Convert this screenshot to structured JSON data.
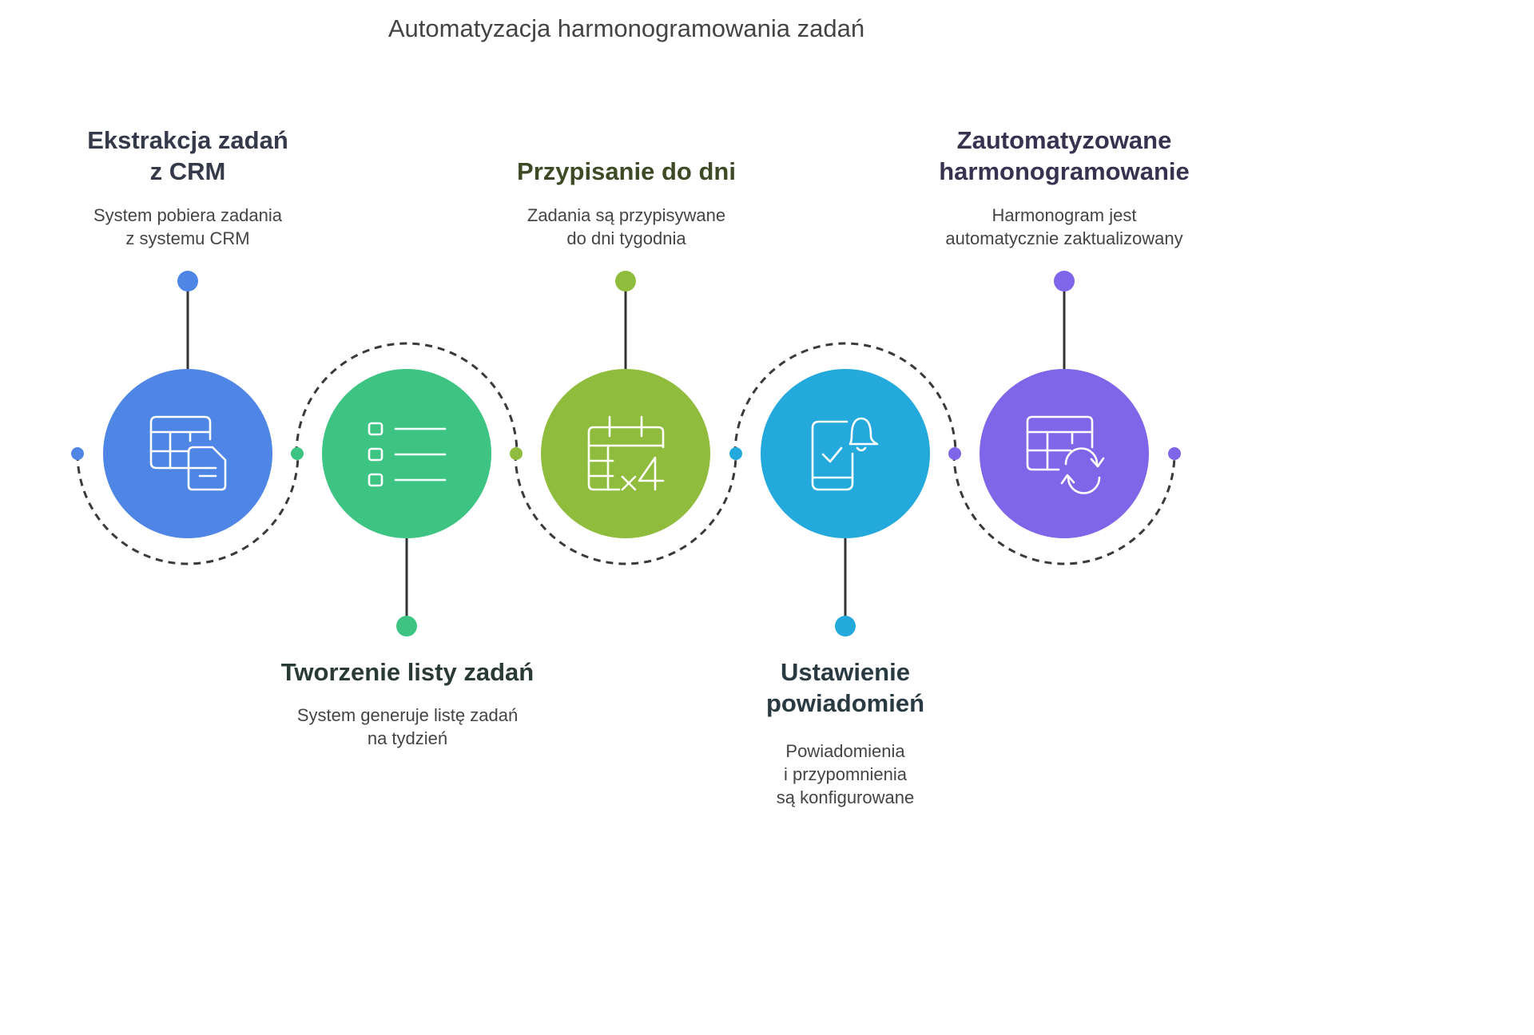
{
  "title": "Automatyzacja harmonogramowania zadań",
  "steps": [
    {
      "heading": [
        "Ekstrakcja zadań",
        "z CRM"
      ],
      "description": [
        "System pobiera zadania",
        "z systemu CRM"
      ],
      "color": "#4f86e6",
      "heading_color": "#353a4a",
      "icon": "table-document-icon",
      "label_position": "top"
    },
    {
      "heading": [
        "Tworzenie listy zadań"
      ],
      "description": [
        "System generuje listę zadań",
        "na tydzień"
      ],
      "color": "#3ec482",
      "heading_color": "#2a3a34",
      "icon": "checklist-icon",
      "label_position": "bottom"
    },
    {
      "heading": [
        "Przypisanie do dni"
      ],
      "description": [
        "Zadania są przypisywane",
        "do dni tygodnia"
      ],
      "color": "#8fbc3c",
      "heading_color": "#3d4a25",
      "icon": "calendar-x4-icon",
      "label_position": "top"
    },
    {
      "heading": [
        "Ustawienie",
        "powiadomień"
      ],
      "description": [
        "Powiadomienia",
        "i przypomnienia",
        "są konfigurowane"
      ],
      "color": "#24a9dc",
      "heading_color": "#2a3a42",
      "icon": "phone-bell-icon",
      "label_position": "bottom"
    },
    {
      "heading": [
        "Zautomatyzowane",
        "harmonogramowanie"
      ],
      "description": [
        "Harmonogram jest",
        "automatycznie zaktualizowany"
      ],
      "color": "#7f66e8",
      "heading_color": "#383150",
      "icon": "table-refresh-icon",
      "label_position": "top"
    }
  ]
}
